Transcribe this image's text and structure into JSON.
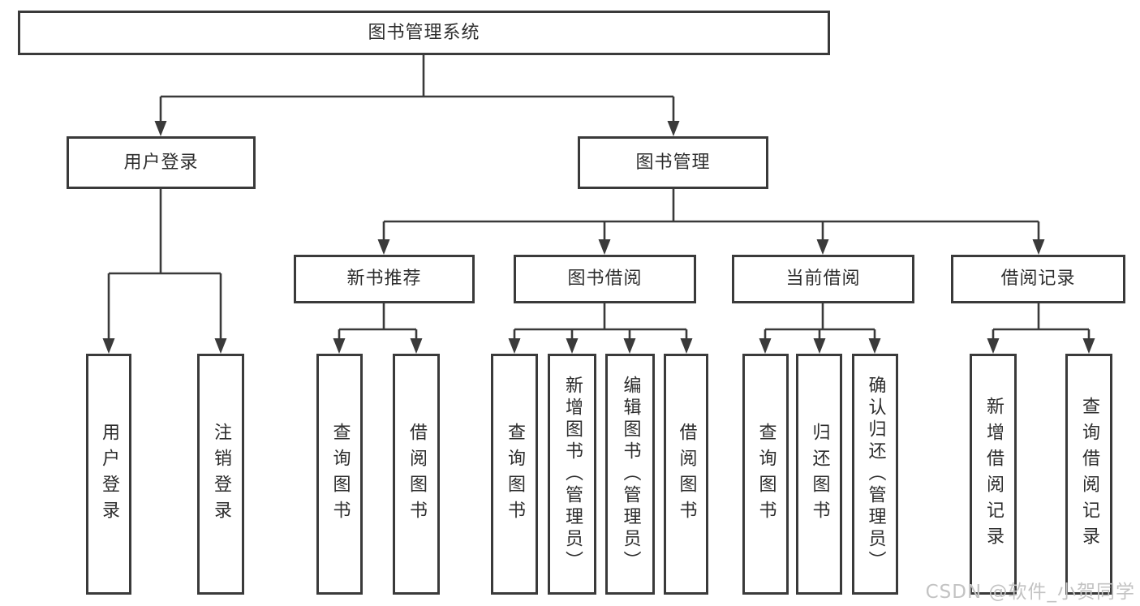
{
  "tree": {
    "root": {
      "label": "图书管理系统"
    },
    "children": [
      {
        "label": "用户登录",
        "children": [
          {
            "label": "用户登录"
          },
          {
            "label": "注销登录"
          }
        ]
      },
      {
        "label": "图书管理",
        "children": [
          {
            "label": "新书推荐",
            "children": [
              {
                "label": "查询图书"
              },
              {
                "label": "借阅图书"
              }
            ]
          },
          {
            "label": "图书借阅",
            "children": [
              {
                "label": "查询图书"
              },
              {
                "label": "新增图书（管理员）"
              },
              {
                "label": "编辑图书（管理员）"
              },
              {
                "label": "借阅图书"
              }
            ]
          },
          {
            "label": "当前借阅",
            "children": [
              {
                "label": "查询图书"
              },
              {
                "label": "归还图书"
              },
              {
                "label": "确认归还（管理员）"
              }
            ]
          },
          {
            "label": "借阅记录",
            "children": [
              {
                "label": "新增借阅记录"
              },
              {
                "label": "查询借阅记录"
              }
            ]
          }
        ]
      }
    ]
  },
  "watermark": {
    "text": "CSDN @软件_小贺同学"
  },
  "colors": {
    "line": "#3a3a3a",
    "text": "#2d2d2d",
    "watermark": "#c3c3c3",
    "background": "#ffffff"
  }
}
